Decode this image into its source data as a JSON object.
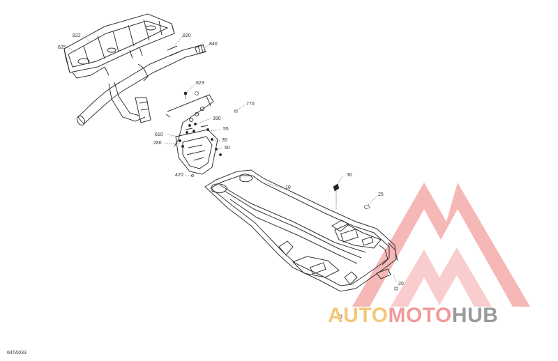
{
  "labels": {
    "l822": "822",
    "l625": "625",
    "l820": "820",
    "l840": "840",
    "l823": "823",
    "l770": "770",
    "l390": "390",
    "l55": "55",
    "l610": "610",
    "l280": "280",
    "l35": "35",
    "l60": "60",
    "l420": "420",
    "l10": "10",
    "l30": "30",
    "l25": "25",
    "l20": "20"
  },
  "drawing_code": "64TA033",
  "watermark": {
    "part1": "AUTO",
    "part2": "MOTO",
    "part3": "HUB",
    "colors": {
      "auto": "#f4c87a",
      "moto": "#f19a9a",
      "hub": "#9a9a9a",
      "logo": "#f3a0a0"
    }
  },
  "icons": [
    "watermark-logo-icon"
  ]
}
